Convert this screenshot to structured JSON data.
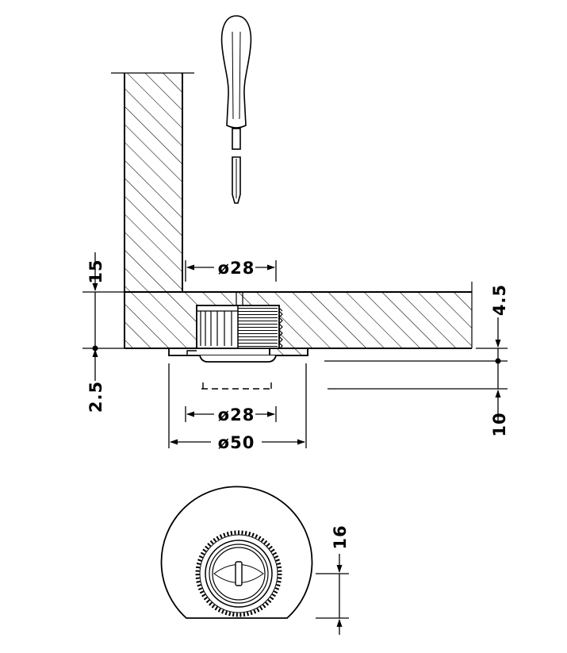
{
  "dimensions": {
    "insert_diameter_top": "ø28",
    "insert_diameter_bottom": "ø28",
    "flange_diameter": "ø50",
    "panel_thickness": "15",
    "recess_depth": "2.5",
    "cover_thickness": "4.5",
    "gap": "10",
    "bottom_width": "16"
  },
  "colors": {
    "line": "#000000",
    "background": "#ffffff"
  },
  "icons": [
    "screwdriver-icon"
  ]
}
